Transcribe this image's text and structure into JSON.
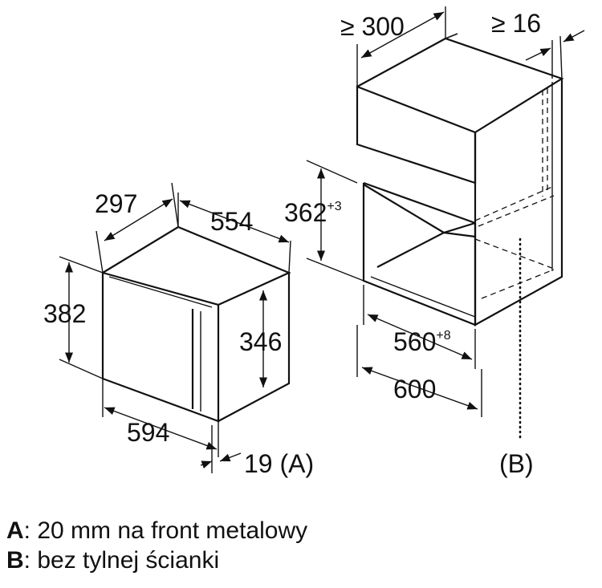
{
  "dimensions": {
    "appliance_depth": "297",
    "appliance_total_depth": "554",
    "appliance_height": "382",
    "appliance_inner_height": "346",
    "appliance_width": "594",
    "front_offset": "19",
    "front_offset_ref": "(A)",
    "niche_min_depth": "≥ 300",
    "niche_min_gap": "≥ 16",
    "niche_height": "362",
    "niche_height_tol": "+3",
    "niche_width": "560",
    "niche_width_tol": "+8",
    "cabinet_width": "600",
    "rear_ref": "(B)"
  },
  "legend": {
    "a_key": "A",
    "a_text": ": 20 mm na front metalowy",
    "b_key": "B",
    "b_text": ": bez tylnej ścianki"
  }
}
